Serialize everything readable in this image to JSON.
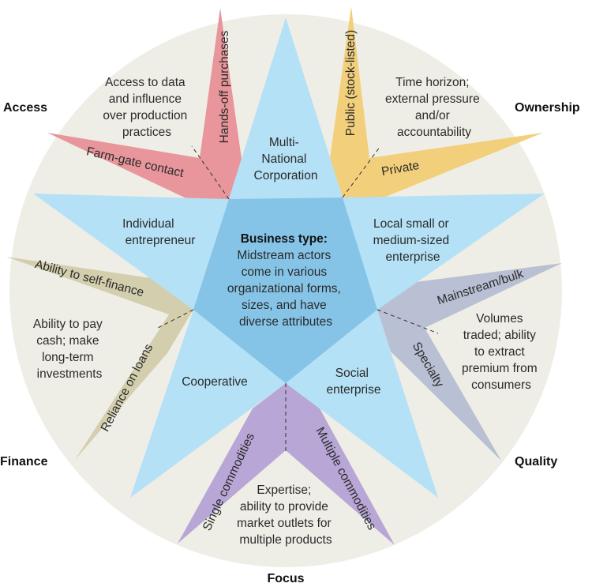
{
  "colors": {
    "background_circle": "#efeee6",
    "star": "#b5e1f6",
    "center": "#86c4e7",
    "access": "#e8969b",
    "ownership": "#f2cf7b",
    "quality": "#b9c0d4",
    "focus": "#b8a6d6",
    "finance": "#d3cfae"
  },
  "categories": {
    "access": {
      "title": "Access",
      "spike_a": "Farm-gate contact",
      "spike_b": "Hands-off purchases",
      "description": [
        "Access to data",
        "and influence",
        "over production",
        "practices"
      ]
    },
    "ownership": {
      "title": "Ownership",
      "spike_a": "Public (stock-listed)",
      "spike_b": "Private",
      "description": [
        "Time horizon;",
        "external pressure",
        "and/or",
        "accountability"
      ]
    },
    "quality": {
      "title": "Quality",
      "spike_a": "Mainstream/bulk",
      "spike_b": "Specialty",
      "description": [
        "Volumes",
        "traded; ability",
        "to extract",
        "premium from",
        "consumers"
      ]
    },
    "focus": {
      "title": "Focus",
      "spike_a": "Single commodities",
      "spike_b": "Multiple commodities",
      "description": [
        "Expertise;",
        "ability to provide",
        "market outlets for",
        "multiple products"
      ]
    },
    "finance": {
      "title": "Finance",
      "spike_a": "Ability to self-finance",
      "spike_b": "Reliance on loans",
      "description": [
        "Ability to pay",
        "cash; make",
        "long-term",
        "investments"
      ]
    }
  },
  "business_types": {
    "top": [
      "Multi-",
      "National",
      "Corporation"
    ],
    "left": [
      "Individual",
      "entrepreneur"
    ],
    "right": [
      "Local small or",
      "medium-sized",
      "enterprise"
    ],
    "bottom_left": [
      "Cooperative"
    ],
    "bottom_right": [
      "Social",
      "enterprise"
    ]
  },
  "center": {
    "title": "Business type:",
    "lines": [
      "Midstream actors",
      "come in various",
      "organizational forms,",
      "sizes, and have",
      "diverse attributes"
    ]
  }
}
